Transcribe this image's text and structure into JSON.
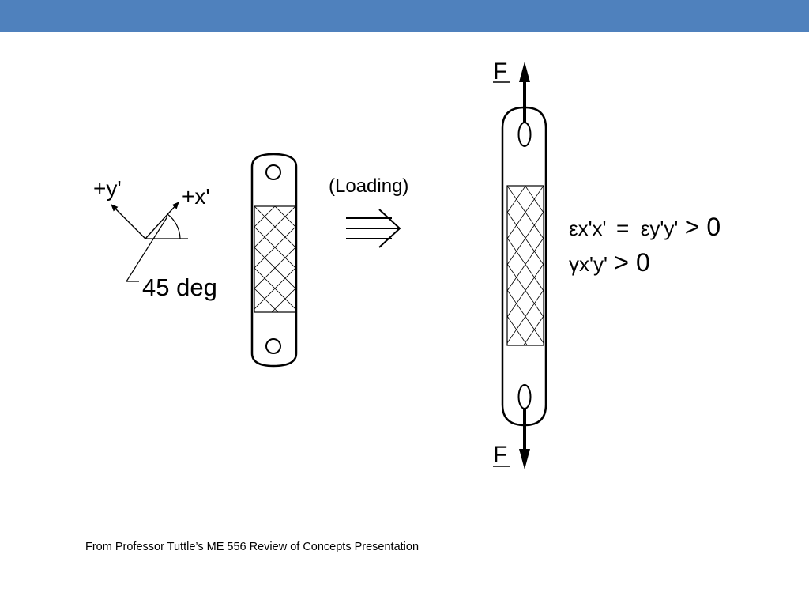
{
  "colors": {
    "header_bar": "#4f81bd",
    "ink": "#000000",
    "background": "#ffffff"
  },
  "axes": {
    "y_label": "+y'",
    "x_label": "+x'",
    "angle_label": "45 deg"
  },
  "loading": {
    "label": "(Loading)"
  },
  "forces": {
    "top_label": "F",
    "bottom_label": "F"
  },
  "strain": {
    "normal_left": "εx'x'",
    "equals": "=",
    "normal_right": "εy'y'",
    "normal_relation": "> 0",
    "shear": "γx'y'",
    "shear_relation": "> 0"
  },
  "caption": "From Professor Tuttle’s ME 556 Review of Concepts Presentation"
}
